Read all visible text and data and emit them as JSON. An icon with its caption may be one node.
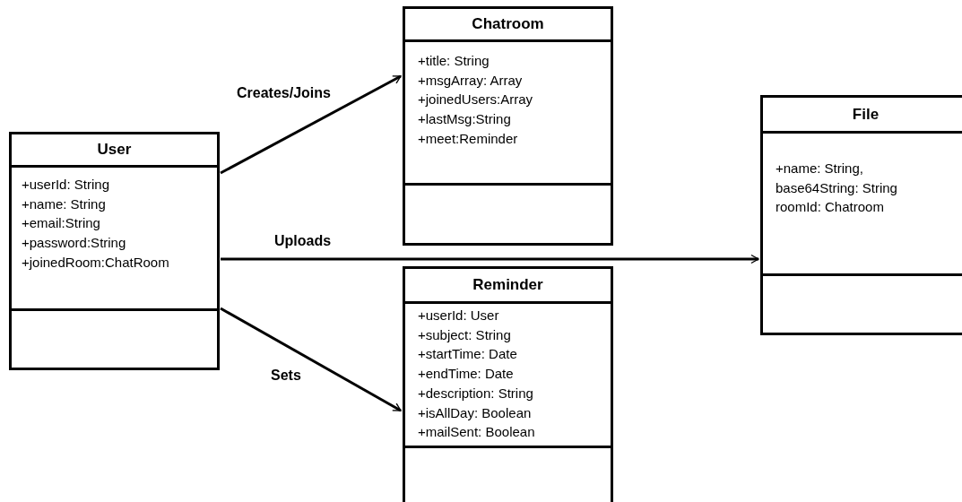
{
  "diagram": {
    "nodes": [
      {
        "text": [
          "User",
          "+userId: String",
          "+name: String",
          "+email:String",
          "+password:String",
          "+joinedRoom:ChatRoom"
        ]
      },
      {
        "text": [
          "Chatroom",
          "+title: String",
          "+msgArray: Array",
          "+joinedUsers:Array",
          "+lastMsg:String",
          "+meet:Reminder"
        ]
      },
      {
        "text": [
          "File",
          "+name: String,",
          "base64String: String",
          "roomId: Chatroom"
        ]
      },
      {
        "text": [
          "Reminder",
          "+userId: User",
          "+subject: String",
          "+startTime: Date",
          "+endTime: Date",
          "+description: String",
          "+isAllDay: Boolean",
          "+mailSent: Boolean"
        ]
      }
    ],
    "edges": [
      {
        "from": 0,
        "to": 1,
        "arrow": "to",
        "label": "Creates/Joins"
      },
      {
        "from": 0,
        "to": 2,
        "arrow": "to",
        "label": "Uploads"
      },
      {
        "from": 0,
        "to": 3,
        "arrow": "to",
        "label": "Sets"
      }
    ]
  }
}
